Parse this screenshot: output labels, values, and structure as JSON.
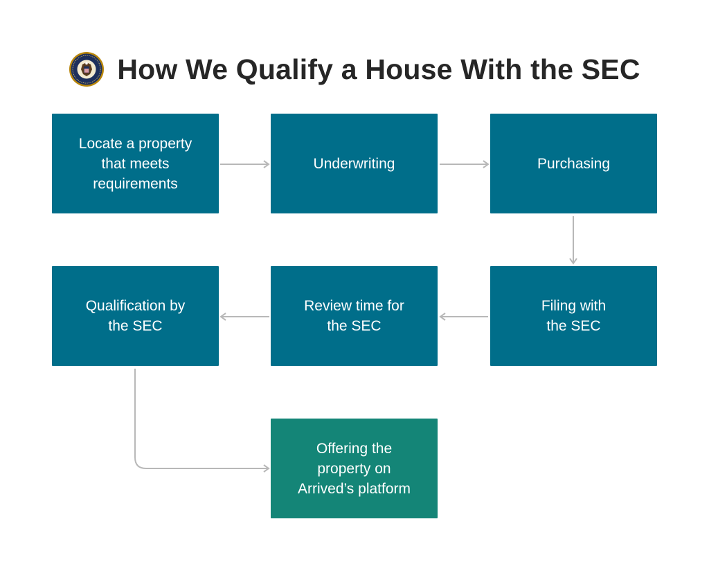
{
  "header": {
    "title": "How We Qualify a House With the SEC",
    "seal_icon": "sec-seal-icon"
  },
  "steps": [
    {
      "label": "Locate a property\nthat meets\nrequirements"
    },
    {
      "label": "Underwriting"
    },
    {
      "label": "Purchasing"
    },
    {
      "label": "Filing with\nthe SEC"
    },
    {
      "label": "Review time for\nthe SEC"
    },
    {
      "label": "Qualification by\nthe SEC"
    },
    {
      "label": "Offering the\nproperty on\nArrived’s platform"
    }
  ],
  "colors": {
    "step": "#006e8a",
    "final_step": "#148577",
    "connector": "#b8b8b8",
    "title": "#262626"
  }
}
